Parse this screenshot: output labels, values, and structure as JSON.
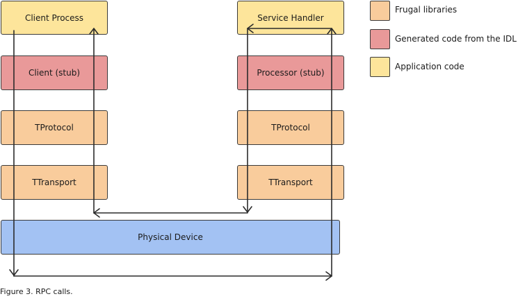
{
  "colors": {
    "frugal": "#f9cc9c",
    "generated": "#e99999",
    "application": "#fde59b",
    "physical": "#a3c2f3",
    "stroke": "#2b2b2b"
  },
  "boxes": {
    "client_process": "Client Process",
    "client_stub": "Client (stub)",
    "client_tprotocol": "TProtocol",
    "client_ttransport": "TTransport",
    "service_handler": "Service Handler",
    "processor_stub": "Processor (stub)",
    "server_tprotocol": "TProtocol",
    "server_ttransport": "TTransport",
    "physical_device": "Physical Device"
  },
  "legend": {
    "frugal": "Frugal libraries",
    "generated": "Generated code from the IDL",
    "application": "Application code"
  },
  "caption": "Figure 3. RPC calls."
}
